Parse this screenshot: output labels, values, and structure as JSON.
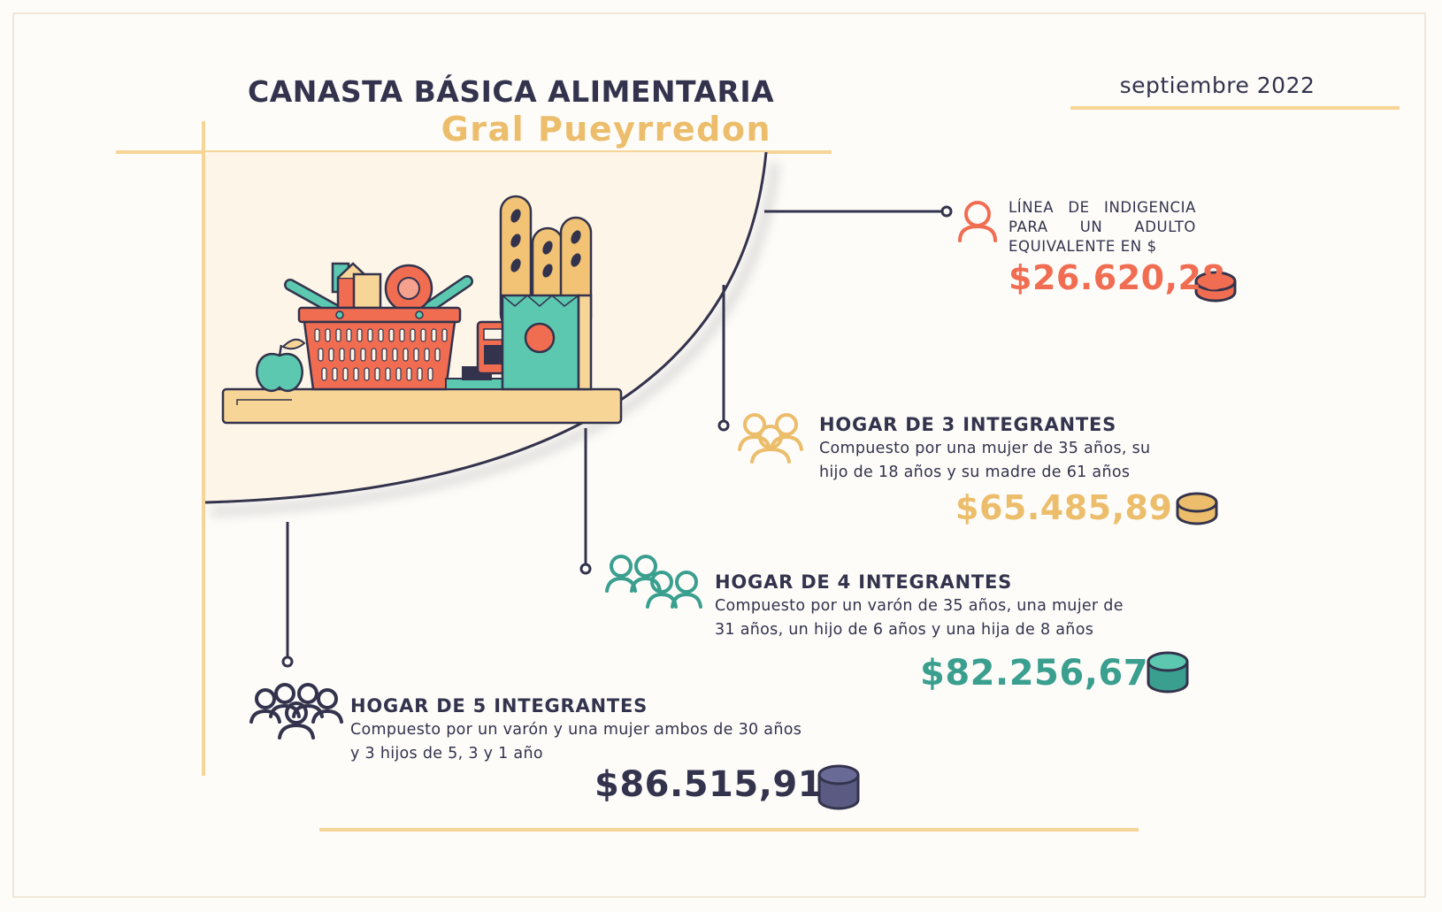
{
  "header": {
    "title": "CANASTA BÁSICA ALIMENTARIA",
    "subtitle": "Gral Pueyrredon",
    "date": "septiembre 2022"
  },
  "indigencia": {
    "label_lines": [
      "LÍNEA DE INDIGENCIA",
      "PARA UN ADULTO",
      "EQUIVALENTE EN $"
    ],
    "value": "$26.620,28",
    "color": "#f16d52"
  },
  "households": [
    {
      "title": "HOGAR DE 3 INTEGRANTES",
      "desc_lines": [
        "Compuesto por una mujer de 35 años, su",
        "hijo de 18 años y su madre de 61 años"
      ],
      "value": "$65.485,89",
      "color": "#ecbd6b"
    },
    {
      "title": "HOGAR DE 4 INTEGRANTES",
      "desc_lines": [
        "Compuesto por un varón de 35 años, una mujer de",
        "31 años, un hijo de 6 años y una hija de 8 años"
      ],
      "value": "$82.256,67",
      "color": "#3a9f8e"
    },
    {
      "title": "HOGAR DE 5 INTEGRANTES",
      "desc_lines": [
        "Compuesto por un varón y una mujer ambos de 30 años",
        "y 3 hijos de 5, 3 y 1 año"
      ],
      "value": "$86.515,91",
      "color": "#33334d"
    }
  ],
  "colors": {
    "navy": "#33334d",
    "gold": "#ecbd6b",
    "gold_line": "#f7d596",
    "coral": "#f16d52",
    "teal": "#3a9f8e",
    "cream": "#fcf5e8"
  },
  "icons": [
    "person-icon",
    "family-3-icon",
    "family-4-icon",
    "family-5-icon",
    "coin-icon",
    "basket-icon",
    "bread-bag-icon",
    "apple-icon",
    "scale-icon"
  ]
}
